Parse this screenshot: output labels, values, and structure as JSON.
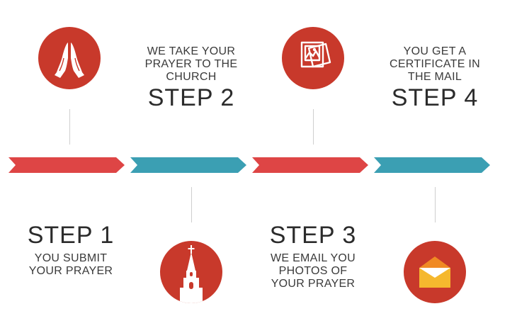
{
  "colors": {
    "red": "#c8392b",
    "arrow_red": "#de4545",
    "arrow_teal": "#3b9fb3",
    "envelope_orange": "#f08a24",
    "envelope_yellow": "#f5b82e"
  },
  "steps": [
    {
      "title": "STEP 1",
      "lines": [
        "YOU SUBMIT",
        "YOUR PRAYER"
      ],
      "icon": "praying-hands-icon"
    },
    {
      "title": "STEP 2",
      "lines": [
        "WE TAKE YOUR",
        "PRAYER TO THE",
        "CHURCH"
      ],
      "icon": "church-steeple-icon"
    },
    {
      "title": "STEP 3",
      "lines": [
        "WE EMAIL YOU",
        "PHOTOS OF",
        "YOUR PRAYER"
      ],
      "icon": "photos-icon"
    },
    {
      "title": "STEP 4",
      "lines": [
        "YOU GET A",
        "CERTIFICATE IN",
        "THE MAIL"
      ],
      "icon": "envelope-icon"
    }
  ]
}
